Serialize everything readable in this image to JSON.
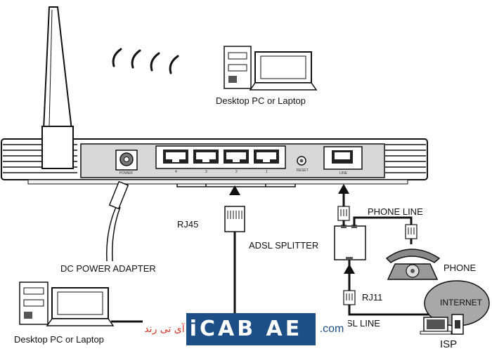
{
  "labels": {
    "pc_top": "Desktop PC or Laptop",
    "pc_bottom": "Desktop PC or Laptop",
    "rj45": "RJ45",
    "adsl_splitter": "ADSL SPLITTER",
    "dc_power": "DC POWER ADAPTER",
    "phone_line": "PHONE LINE",
    "phone": "PHONE",
    "rj11": "RJ11",
    "adsl_line": "SL LINE",
    "internet": "INTERNET",
    "isp": "ISP"
  },
  "ports": {
    "power": "POWER",
    "lan": [
      "4",
      "3",
      "2",
      "1"
    ],
    "reset": "RESET",
    "line": "LINE"
  },
  "watermark": {
    "fa": "آی تی رند",
    "mark": "iCAB AE",
    "com": ".com"
  }
}
